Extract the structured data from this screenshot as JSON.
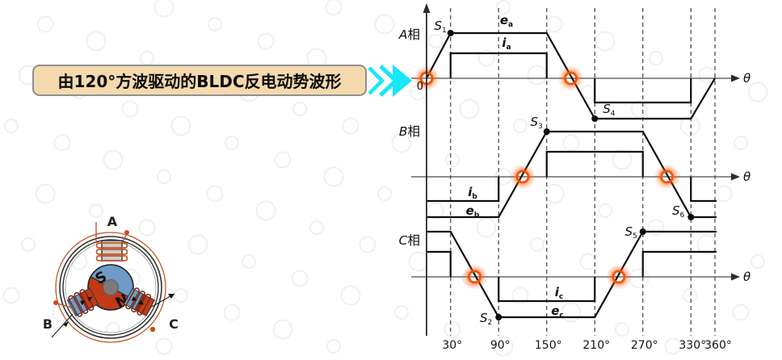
{
  "banner": {
    "text": "由120°方波驱动的BLDC反电动势波形",
    "fill": "#f5d9ae",
    "border_color": "#8f8f8f"
  },
  "chevrons": {
    "icon": "triple-chevron-right-icon",
    "color": "#17e7f7"
  },
  "motor": {
    "phase_a_label": "A",
    "phase_b_label": "B",
    "phase_c_label": "C",
    "pole_s_label": "S",
    "pole_n_label": "N",
    "colors": {
      "pole_s_fill": "#6f9cc6",
      "pole_n_fill": "#c03a17",
      "winding": "#c2552a",
      "stator_ring": "#2f2f2f",
      "coil_core": "#cdcdcd",
      "shaft": "#7b7b7b"
    }
  },
  "chart_data": {
    "type": "line",
    "xlabel": "θ",
    "origin_label": "0",
    "x_ticks": [
      "30°",
      "90°",
      "150°",
      "210°",
      "270°",
      "330°",
      "360°"
    ],
    "x_tick_deg": [
      30,
      90,
      150,
      210,
      270,
      330,
      360
    ],
    "x_range_deg": [
      0,
      362
    ],
    "grid": "dashed-vertical",
    "panels": [
      {
        "name": "A相",
        "emf": {
          "label": "ea",
          "points_deg_level": [
            [
              0,
              0
            ],
            [
              30,
              1
            ],
            [
              150,
              1
            ],
            [
              210,
              -1
            ],
            [
              330,
              -1
            ],
            [
              360,
              0
            ]
          ]
        },
        "current": {
          "label": "ia",
          "segments_deg_level": [
            [
              [
                30,
                0
              ],
              [
                30,
                1
              ],
              [
                150,
                1
              ],
              [
                150,
                0
              ]
            ],
            [
              [
                210,
                0
              ],
              [
                210,
                -1
              ],
              [
                330,
                -1
              ],
              [
                330,
                0
              ]
            ]
          ]
        },
        "commutation_markers": [
          {
            "label": "S1",
            "deg": 30,
            "level": 1
          },
          {
            "label": "S4",
            "deg": 210,
            "level": -1
          }
        ],
        "zero_crossings_deg": [
          0,
          180
        ]
      },
      {
        "name": "B相",
        "emf": {
          "label": "eb",
          "points_deg_level": [
            [
              0,
              -1
            ],
            [
              90,
              -1
            ],
            [
              150,
              1
            ],
            [
              270,
              1
            ],
            [
              330,
              -1
            ],
            [
              362,
              -1
            ]
          ]
        },
        "current": {
          "label": "ib",
          "segments_deg_level": [
            [
              [
                0,
                -1
              ],
              [
                90,
                -1
              ],
              [
                90,
                0
              ]
            ],
            [
              [
                150,
                0
              ],
              [
                150,
                1
              ],
              [
                270,
                1
              ],
              [
                270,
                0
              ]
            ],
            [
              [
                330,
                0
              ],
              [
                330,
                -1
              ],
              [
                362,
                -1
              ]
            ]
          ]
        },
        "commutation_markers": [
          {
            "label": "S3",
            "deg": 150,
            "level": 1
          },
          {
            "label": "S6",
            "deg": 330,
            "level": -1
          }
        ],
        "zero_crossings_deg": [
          120,
          300
        ]
      },
      {
        "name": "C相",
        "emf": {
          "label": "ec",
          "points_deg_level": [
            [
              0,
              1
            ],
            [
              30,
              1
            ],
            [
              90,
              -1
            ],
            [
              210,
              -1
            ],
            [
              270,
              1
            ],
            [
              362,
              1
            ]
          ]
        },
        "current": {
          "label": "ic",
          "segments_deg_level": [
            [
              [
                0,
                1
              ],
              [
                30,
                1
              ],
              [
                30,
                0
              ]
            ],
            [
              [
                90,
                0
              ],
              [
                90,
                -1
              ],
              [
                210,
                -1
              ],
              [
                210,
                0
              ]
            ],
            [
              [
                270,
                0
              ],
              [
                270,
                1
              ],
              [
                362,
                1
              ]
            ]
          ]
        },
        "commutation_markers": [
          {
            "label": "S2",
            "deg": 90,
            "level": -1
          },
          {
            "label": "S5",
            "deg": 270,
            "level": 1
          }
        ],
        "zero_crossings_deg": [
          60,
          240
        ]
      }
    ],
    "colors": {
      "trace": "#0d0d0d",
      "axis": "#4a4a4a",
      "grid_dash": "#3f3f3f",
      "glow": "#ff5500",
      "marker_dot": "#0d0d0d"
    }
  }
}
